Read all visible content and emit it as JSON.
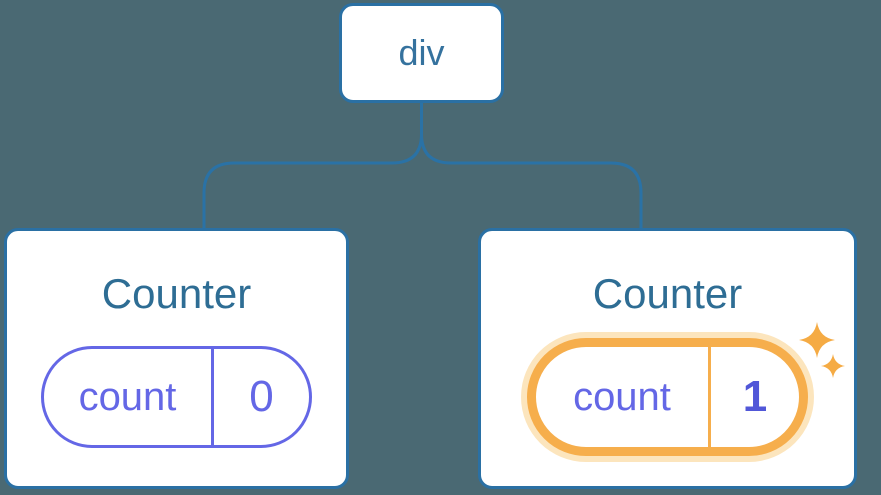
{
  "diagram": {
    "kind": "react-component-tree",
    "background_color": "#4a6973",
    "node_border_color": "#2a70a4",
    "connector_color": "#2a72a6",
    "title_color": "#2e6d94",
    "state_color": "#6467e6",
    "highlight_color": "#f6ae4c",
    "highlight_glow_color": "#fce5bd",
    "sparkle_color": "#f5ab44",
    "root": {
      "label": "div"
    },
    "children": [
      {
        "title": "Counter",
        "state": {
          "key": "count",
          "value": "0"
        },
        "highlighted": false
      },
      {
        "title": "Counter",
        "state": {
          "key": "count",
          "value": "1"
        },
        "highlighted": true,
        "badge_icon": "sparkles-icon"
      }
    ]
  }
}
